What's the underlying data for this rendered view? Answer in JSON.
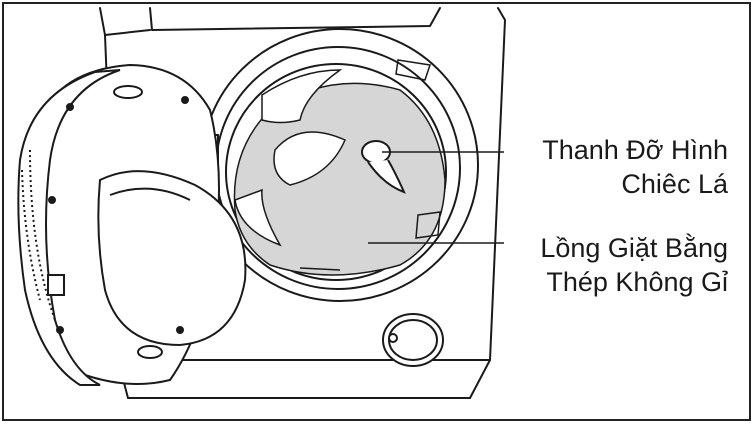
{
  "labels": {
    "drum_support_bar": {
      "line1": "Thanh Đỡ Hình",
      "line2": "Chiêc Lá"
    },
    "stainless_drum": {
      "line1": "Lồng Giặt Bằng",
      "line2": "Thép Không Gỉ"
    }
  },
  "colors": {
    "outline": "#1a1a1a",
    "drum_fill": "#d6d6d6",
    "background": "#ffffff"
  }
}
